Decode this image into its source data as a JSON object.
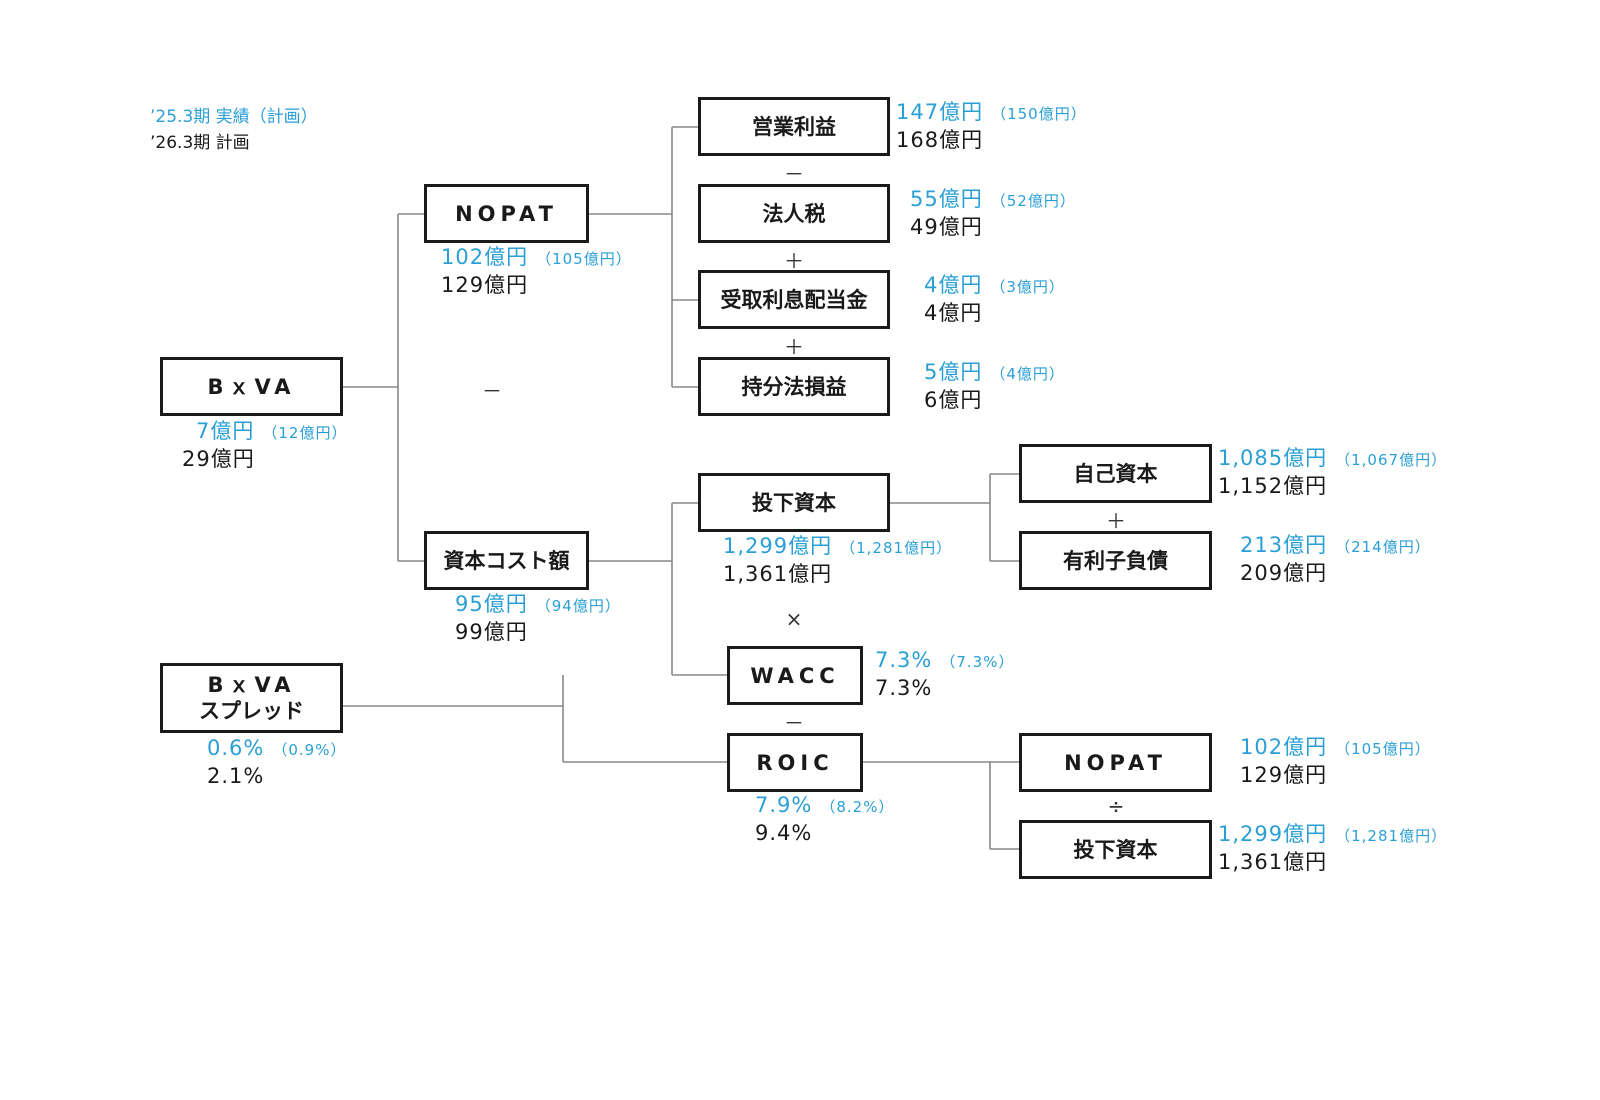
{
  "legend": {
    "current": "’25.3期 実績（計画）",
    "next": "’26.3期 計画"
  },
  "nodes": {
    "bxva": {
      "label": "BｘVA",
      "actual": "7億円",
      "plan": "（12億円）",
      "next": "29億円"
    },
    "nopat": {
      "label": "NOPAT",
      "actual": "102億円",
      "plan": "（105億円）",
      "next": "129億円"
    },
    "capital_cost": {
      "label": "資本コスト額",
      "actual": "95億円",
      "plan": "（94億円）",
      "next": "99億円"
    },
    "op_profit": {
      "label": "営業利益",
      "actual": "147億円",
      "plan": "（150億円）",
      "next": "168億円"
    },
    "tax": {
      "label": "法人税",
      "actual": "55億円",
      "plan": "（52億円）",
      "next": "49億円"
    },
    "interest_div": {
      "label": "受取利息配当金",
      "actual": "4億円",
      "plan": "（3億円）",
      "next": "4億円"
    },
    "equity_method": {
      "label": "持分法損益",
      "actual": "5億円",
      "plan": "（4億円）",
      "next": "6億円"
    },
    "invested": {
      "label": "投下資本",
      "actual": "1,299億円",
      "plan": "（1,281億円）",
      "next": "1,361億円"
    },
    "equity": {
      "label": "自己資本",
      "actual": "1,085億円",
      "plan": "（1,067億円）",
      "next": "1,152億円"
    },
    "debt": {
      "label": "有利子負債",
      "actual": "213億円",
      "plan": "（214億円）",
      "next": "209億円"
    },
    "spread": {
      "label1": "BｘVA",
      "label2": "スプレッド",
      "actual": "0.6%",
      "plan": "（0.9%）",
      "next": "2.1%"
    },
    "wacc": {
      "label": "WACC",
      "actual": "7.3%",
      "plan": "（7.3%）",
      "next": "7.3%"
    },
    "roic": {
      "label": "ROIC",
      "actual": "7.9%",
      "plan": "（8.2%）",
      "next": "9.4%"
    },
    "roic_nopat": {
      "label": "NOPAT",
      "actual": "102億円",
      "plan": "（105億円）",
      "next": "129億円"
    },
    "roic_invested": {
      "label": "投下資本",
      "actual": "1,299億円",
      "plan": "（1,281億円）",
      "next": "1,361億円"
    }
  },
  "operators": {
    "bxva_minus": "－",
    "op_minus": "－",
    "tax_plus": "＋",
    "int_plus": "＋",
    "times": "×",
    "equity_plus": "＋",
    "wacc_minus": "－",
    "divide": "÷"
  },
  "colors": {
    "actual": "#2a9fd6",
    "text": "#1a1a1a",
    "line": "#888888"
  }
}
